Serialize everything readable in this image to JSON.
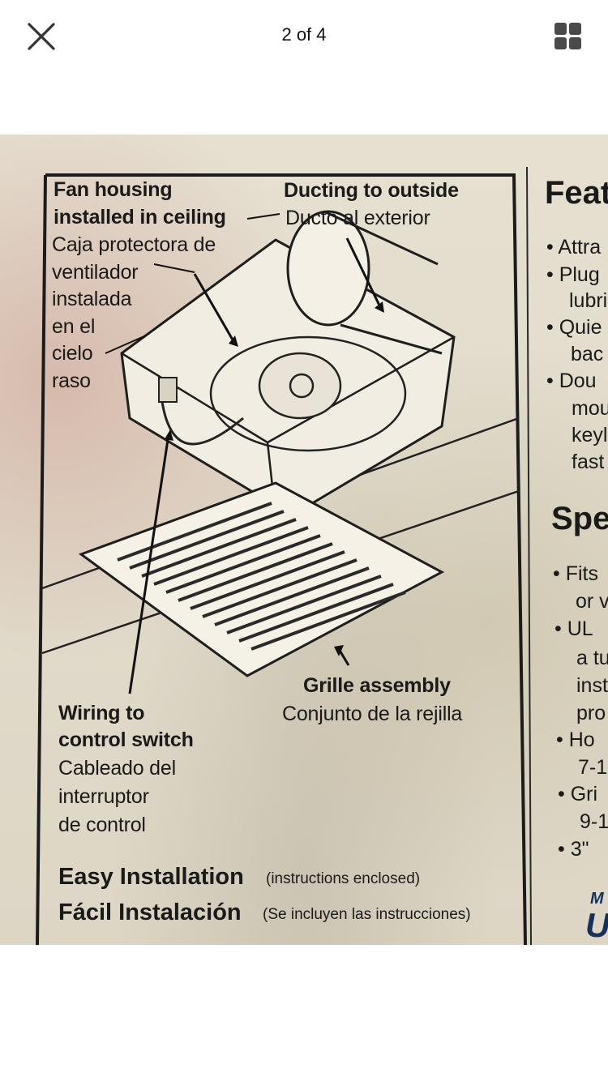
{
  "topbar": {
    "counter": "2 of 4",
    "close_icon": "close-icon",
    "grid_icon": "grid-icon"
  },
  "photo": {
    "callouts": {
      "fan_housing_en": [
        "Fan housing",
        "installed in ceiling"
      ],
      "fan_housing_es": [
        "Caja protectora de",
        "ventilador",
        "instalada",
        "en el",
        "cielo",
        "raso"
      ],
      "ducting_en": "Ducting to outside",
      "ducting_es": "Ducto al exterior",
      "grille_en": "Grille assembly",
      "grille_es": "Conjunto de la rejilla",
      "wiring_en": [
        "Wiring to",
        "control switch"
      ],
      "wiring_es": [
        "Cableado del",
        "interruptor",
        "de control"
      ]
    },
    "footer": {
      "easy_en": "Easy Installation",
      "easy_en_note": "(instructions enclosed)",
      "easy_es": "Fácil Instalación",
      "easy_es_note": "(Se incluyen las instrucciones)"
    },
    "right_column": {
      "heading_1": "Feat",
      "items_1": [
        "• Attra",
        "• Plug",
        "lubri",
        "• Quie",
        "bac",
        "• Dou",
        "mou",
        "keyl",
        "fast"
      ],
      "heading_2": "Spe",
      "items_2": [
        "• Fits",
        "or v",
        "• UL",
        "a tu",
        "inst",
        "pro",
        "• Ho",
        "7-1",
        "• Gri",
        "9-1",
        "• 3\""
      ],
      "logo_text_top": "M",
      "logo_text_bottom": "U"
    }
  }
}
